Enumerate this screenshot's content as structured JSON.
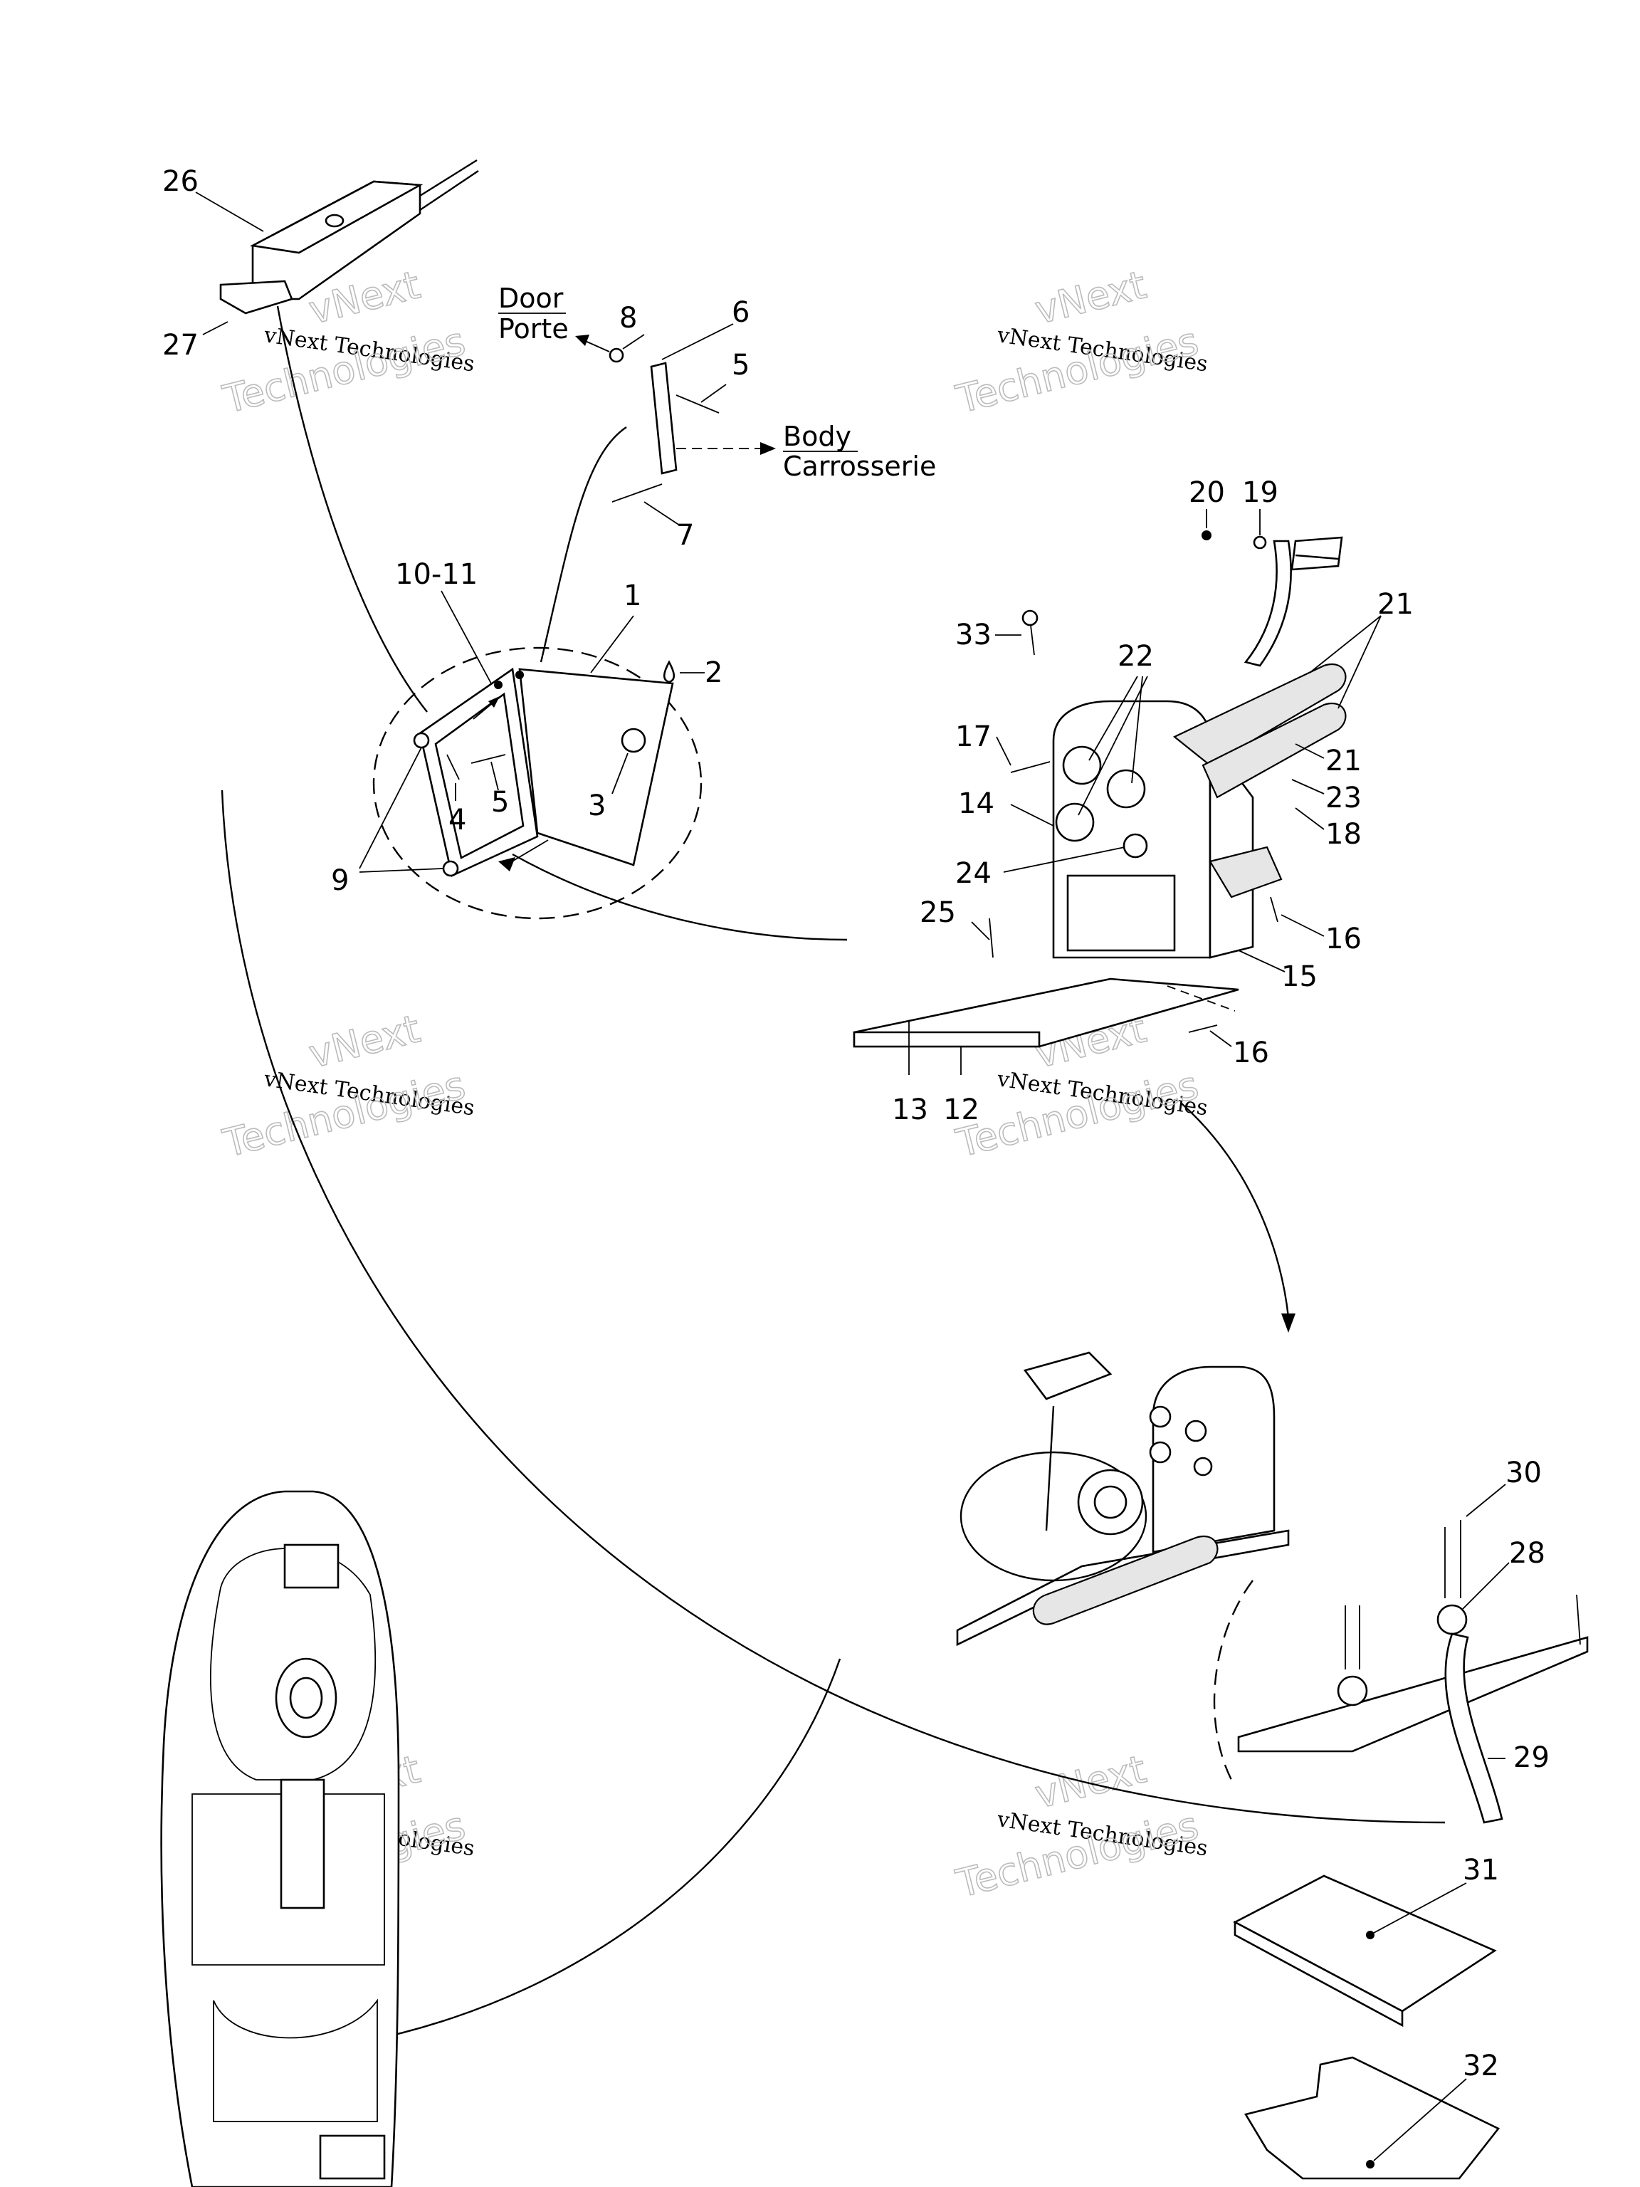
{
  "diagram": {
    "callouts": {
      "c26": "26",
      "c27": "27",
      "c8": "8",
      "c6": "6",
      "c5a": "5",
      "c7": "7",
      "c10_11": "10-11",
      "c1": "1",
      "c2": "2",
      "c3": "3",
      "c4": "4",
      "c5b": "5",
      "c9": "9",
      "c20": "20",
      "c19": "19",
      "c21a": "21",
      "c33": "33",
      "c22": "22",
      "c17": "17",
      "c21b": "21",
      "c23": "23",
      "c14": "14",
      "c18": "18",
      "c24": "24",
      "c25": "25",
      "c16a": "16",
      "c15": "15",
      "c16b": "16",
      "c13": "13",
      "c12": "12",
      "c30": "30",
      "c28": "28",
      "c29": "29",
      "c31": "31",
      "c32": "32"
    },
    "labels": {
      "door_en": "Door",
      "door_fr": "Porte",
      "body_en": "Body",
      "body_fr": "Carrosserie"
    },
    "watermark": {
      "line1": "vNext",
      "line2": "vNext Technologies",
      "line3": "Technologies"
    }
  }
}
